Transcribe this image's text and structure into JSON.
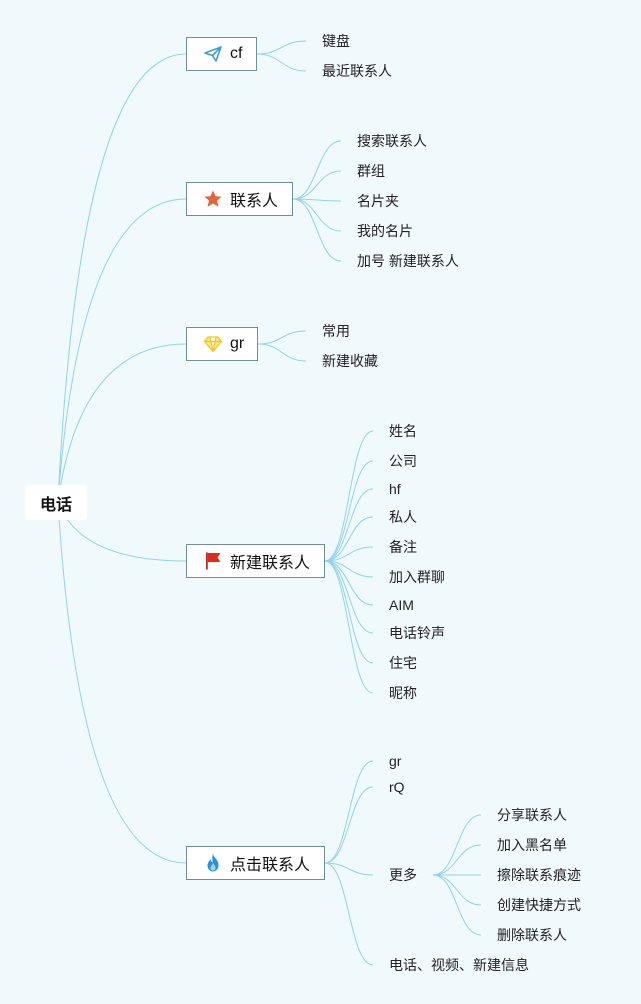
{
  "root": {
    "label": "电话"
  },
  "branches": [
    {
      "label": "cf",
      "icon": "paper-plane-icon",
      "icon_color": "#3b9ed6",
      "items": [
        "键盘",
        "最近联系人"
      ]
    },
    {
      "label": "联系人",
      "icon": "star-icon",
      "icon_color": "#e8623a",
      "items": [
        "搜索联系人",
        "群组",
        "名片夹",
        "我的名片",
        "加号 新建联系人"
      ]
    },
    {
      "label": "gr",
      "icon": "diamond-icon",
      "icon_color": "#f2c81a",
      "items": [
        "常用",
        "新建收藏"
      ]
    },
    {
      "label": "新建联系人",
      "icon": "flag-icon",
      "icon_color": "#e02a1c",
      "items": [
        "姓名",
        "公司",
        "hf",
        "私人",
        "备注",
        "加入群聊",
        "AIM",
        "电话铃声",
        "住宅",
        "昵称"
      ]
    },
    {
      "label": "点击联系人",
      "icon": "fire-icon",
      "icon_color": "#2a8fe0",
      "items": [
        "gr",
        "rQ",
        "更多",
        "电话、视频、新建信息"
      ],
      "more_items": [
        "分享联系人",
        "加入黑名单",
        "擦除联系痕迹",
        "创建快捷方式",
        "删除联系人"
      ]
    }
  ],
  "colors": {
    "line": "#8fd3ec",
    "background": "#f0f9fc",
    "node_border": "#6f8f96"
  }
}
